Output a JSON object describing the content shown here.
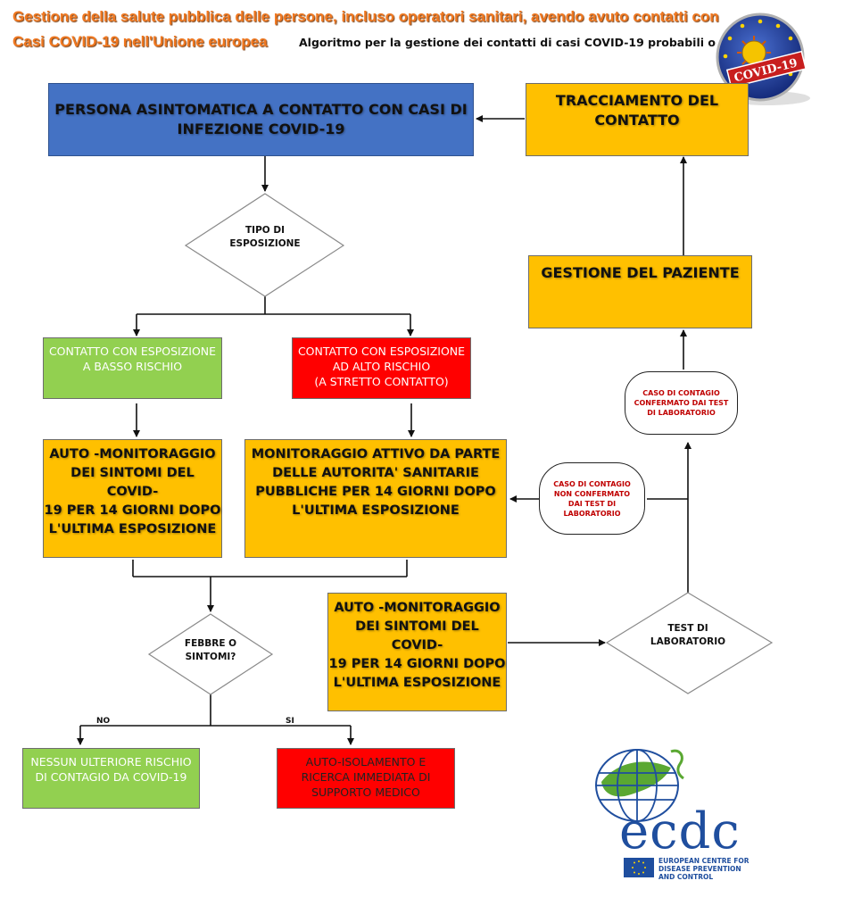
{
  "header": {
    "title_line1": "Gestione della salute pubblica delle persone, incluso operatori sanitari, avendo avuto contatti con",
    "title_line2": "Casi COVID-19 nell'Unione europea",
    "subtitle": "Algoritmo per la gestione dei contatti di casi COVID-19 probabili o confermati",
    "badge_text": "COVID-19"
  },
  "nodes": {
    "asymptomatic": "PERSONA ASINTOMATICA A CONTATTO CON CASI DI\nINFEZIONE COVID-19",
    "tracing": "TRACCIAMENTO DEL\nCONTATTO",
    "exposure_type": "TIPO DI\nESPOSIZIONE",
    "patient_management": "GESTIONE DEL PAZIENTE",
    "low_risk": "CONTATTO CON ESPOSIZIONE\nA BASSO RISCHIO",
    "high_risk": "CONTATTO CON ESPOSIZIONE\nAD ALTO RISCHIO\n(A STRETTO CONTATTO)",
    "confirmed_case": "CASO DI CONTAGIO\nCONFERMATO DAI TEST\nDI LABORATORIO",
    "self_monitoring_left": "AUTO -MONITORAGGIO\nDEI SINTOMI  DEL COVID-\n19 PER 14 GIORNI DOPO\nL'ULTIMA ESPOSIZIONE",
    "active_monitoring": "MONITORAGGIO ATTIVO DA PARTE\nDELLE AUTORITA' SANITARIE\nPUBBLICHE PER 14 GIORNI DOPO\nL'ULTIMA ESPOSIZIONE",
    "unconfirmed_case": "CASO DI CONTAGIO\nNON CONFERMATO\nDAI TEST DI\nLABORATORIO",
    "self_monitoring_mid": "AUTO -MONITORAGGIO\nDEI SINTOMI  DEL COVID-\n19 PER 14 GIORNI DOPO\nL'ULTIMA ESPOSIZIONE",
    "fever": "FEBBRE O\nSINTOMI?",
    "lab_test": "TEST DI\nLABORATORIO",
    "no_risk": "NESSUN ULTERIORE RISCHIO\nDI CONTAGIO DA COVID-19",
    "self_isolation": "AUTO-ISOLAMENTO  E\nRICERCA IMMEDIATA  DI\nSUPPORTO MEDICO"
  },
  "edge_labels": {
    "no": "NO",
    "yes": "SI"
  },
  "logo": {
    "word": "ecdc",
    "line1": "EUROPEAN CENTRE FOR",
    "line2": "DISEASE PREVENTION",
    "line3": "AND CONTROL"
  },
  "colors": {
    "blue": "#4472c4",
    "orange": "#ffc000",
    "green": "#92d050",
    "red": "#ff0000",
    "title_orange": "#f07820",
    "logo_blue": "#1f4e9e",
    "logo_green": "#5aa832"
  }
}
